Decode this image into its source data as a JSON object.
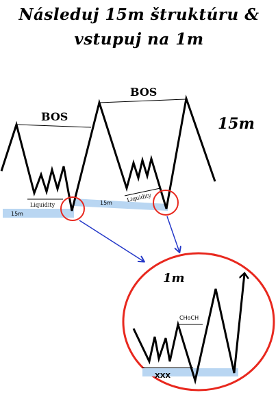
{
  "title": {
    "line1": "Následuj 15m štruktúru &",
    "line2": "vstupuj na 1m"
  },
  "upper": {
    "bos_left": "BOS",
    "bos_right": "BOS",
    "timeframe": "15m",
    "liquidity_left": "Liquidity",
    "liquidity_right": "Liquidity",
    "zone_left": "15m",
    "zone_right": "15m"
  },
  "lower": {
    "timeframe": "1m",
    "choch": "CHoCH",
    "zone": "XXX"
  },
  "colors": {
    "zone": "#b9d6f2",
    "circle": "#e8281e",
    "arrow": "#2438c8",
    "line": "#000000"
  }
}
